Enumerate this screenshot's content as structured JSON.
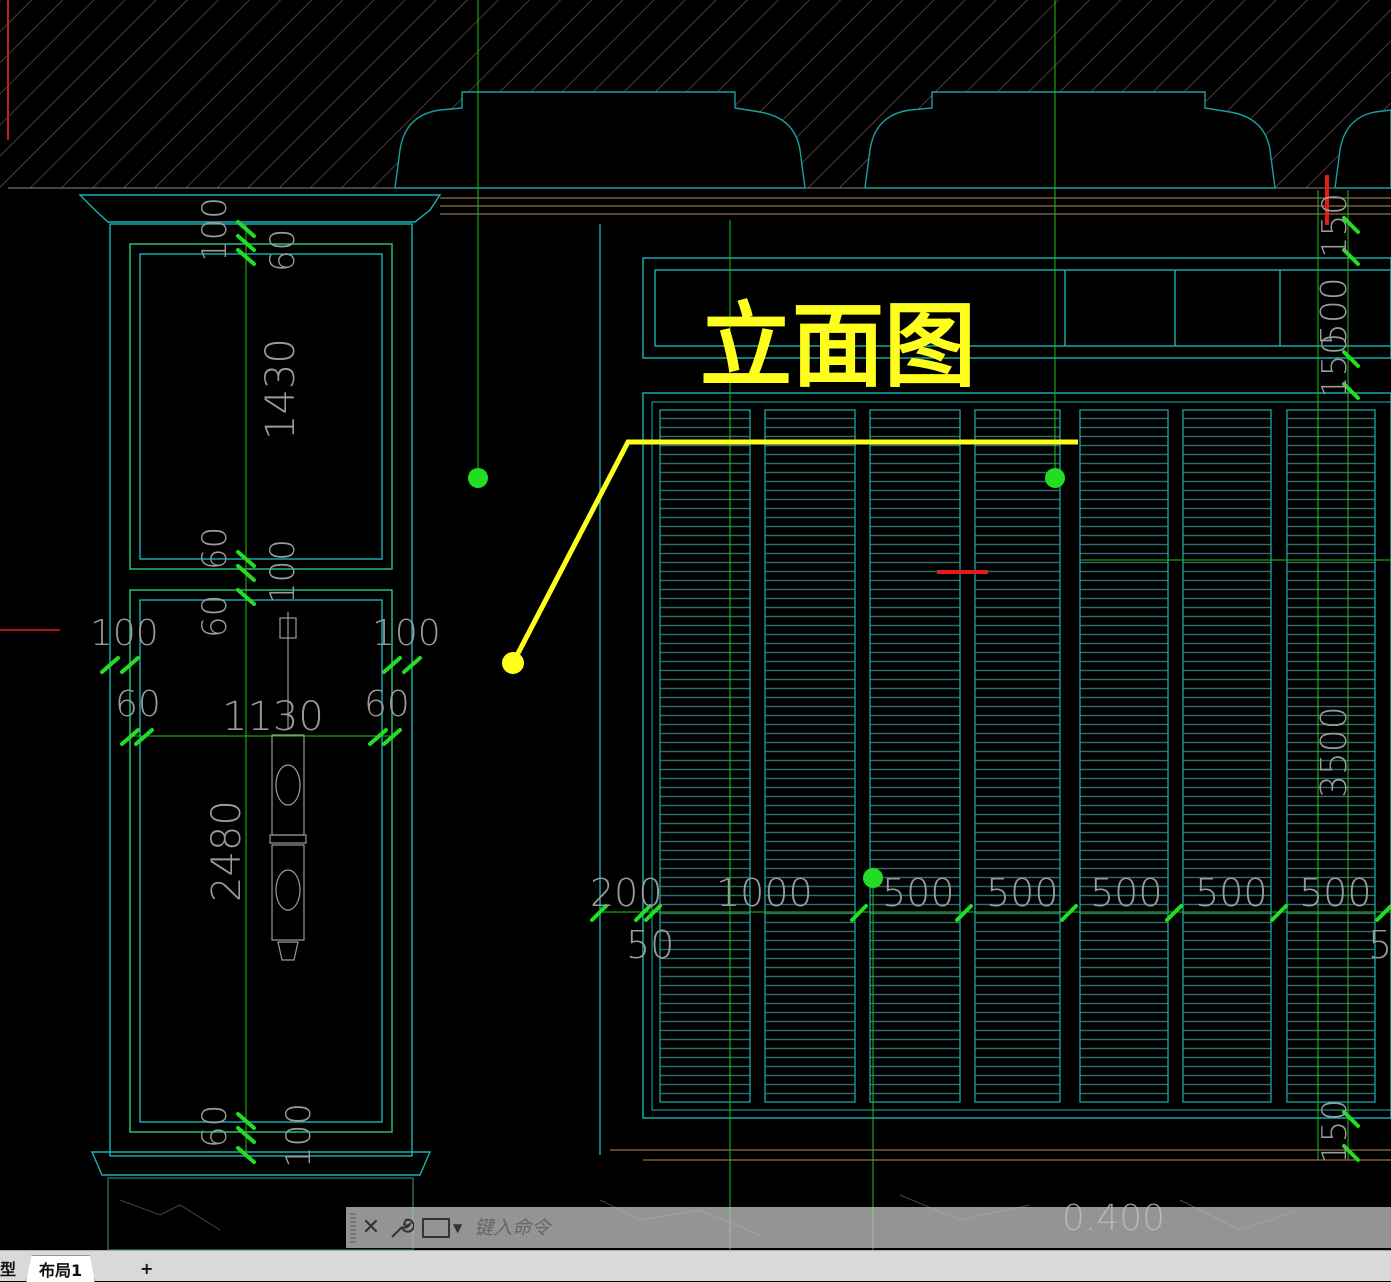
{
  "drawing": {
    "title": "立面图",
    "dimensions": {
      "left_top_panel": {
        "top_margin": "100",
        "top_inner": "60",
        "height": "1430",
        "bottom_inner": "60",
        "bottom_margin": "100"
      },
      "left_bottom_panel": {
        "top_inner": "60",
        "height": "2480",
        "bottom_inner": "60",
        "bottom_margin": "100"
      },
      "left_horizontal": {
        "outer_left": "100",
        "inner_left": "60",
        "width": "1130",
        "inner_right": "60",
        "outer_right": "100"
      },
      "bottom_row": [
        "200",
        "1000",
        "500",
        "500",
        "500",
        "500",
        "500"
      ],
      "bottom_sub": "50",
      "edge_sub": "5",
      "right_vertical": [
        "150",
        "500",
        "150",
        "3500",
        "150"
      ],
      "scale_readout": "0.400"
    },
    "colors": {
      "background": "#000000",
      "panel_cyan": "#18b3b3",
      "green": "#22dd22",
      "yellow": "#ffff1e",
      "dimension_text": "#9a9a9a",
      "red_marker": "#e11a1a",
      "hatch": "#9a6a5a"
    }
  },
  "command_bar": {
    "close_icon": "close-icon",
    "customize_icon": "wrench-icon",
    "prompt_icon": "command-prompt-icon",
    "placeholder": "键入命令"
  },
  "layout_tabs": {
    "model_tab": "型",
    "active_tab": "布局1",
    "add_label": "+"
  }
}
